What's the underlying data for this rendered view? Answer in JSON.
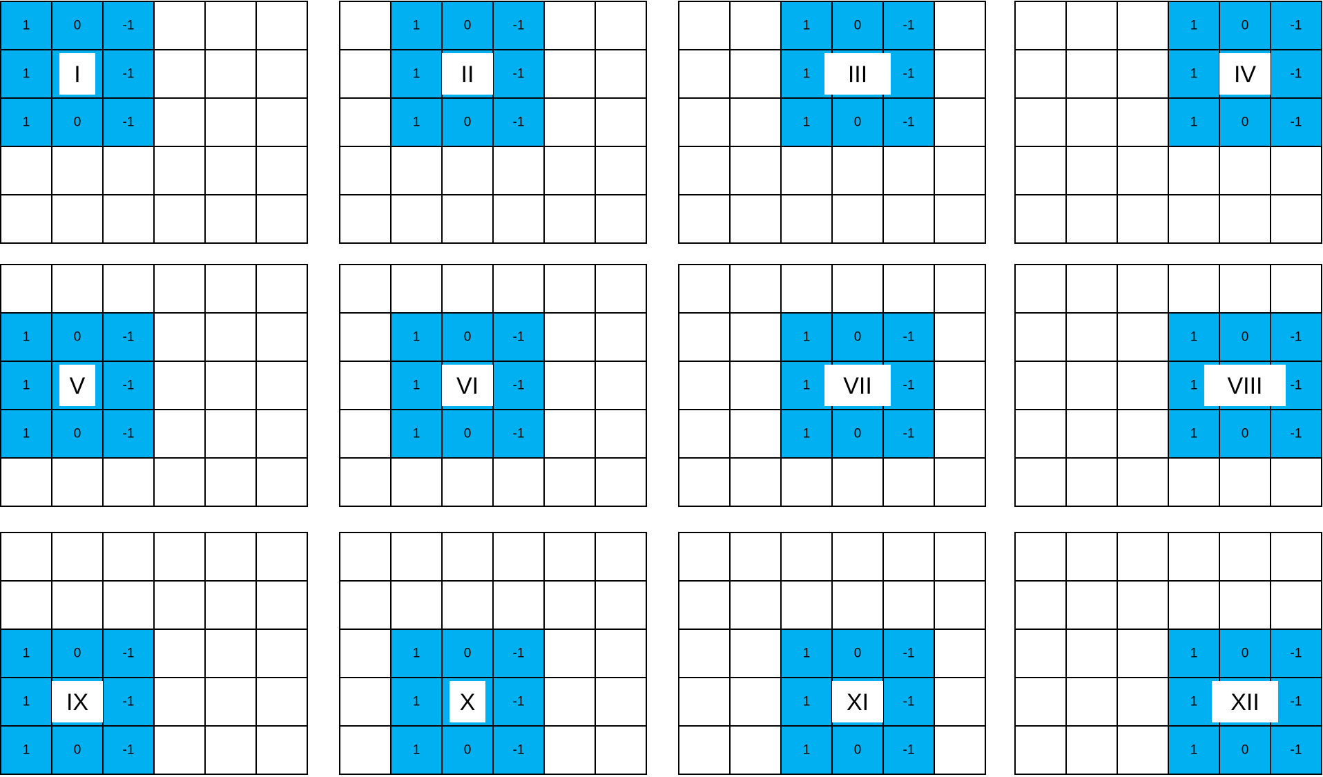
{
  "grid": {
    "rows": 5,
    "cols": 6
  },
  "kernel": {
    "values": [
      [
        "1",
        "0",
        "-1"
      ],
      [
        "1",
        "0",
        "-1"
      ],
      [
        "1",
        "0",
        "-1"
      ]
    ],
    "fill_color": "#00b0f0",
    "empty_color": "#ffffff",
    "line_color": "#000000"
  },
  "panels": [
    {
      "label": "I",
      "kernel_row": 0,
      "kernel_col": 0
    },
    {
      "label": "II",
      "kernel_row": 0,
      "kernel_col": 1
    },
    {
      "label": "III",
      "kernel_row": 0,
      "kernel_col": 2
    },
    {
      "label": "IV",
      "kernel_row": 0,
      "kernel_col": 3
    },
    {
      "label": "V",
      "kernel_row": 1,
      "kernel_col": 0
    },
    {
      "label": "VI",
      "kernel_row": 1,
      "kernel_col": 1
    },
    {
      "label": "VII",
      "kernel_row": 1,
      "kernel_col": 2
    },
    {
      "label": "VIII",
      "kernel_row": 1,
      "kernel_col": 3
    },
    {
      "label": "IX",
      "kernel_row": 2,
      "kernel_col": 0
    },
    {
      "label": "X",
      "kernel_row": 2,
      "kernel_col": 1
    },
    {
      "label": "XI",
      "kernel_row": 2,
      "kernel_col": 2
    },
    {
      "label": "XII",
      "kernel_row": 2,
      "kernel_col": 3
    }
  ]
}
